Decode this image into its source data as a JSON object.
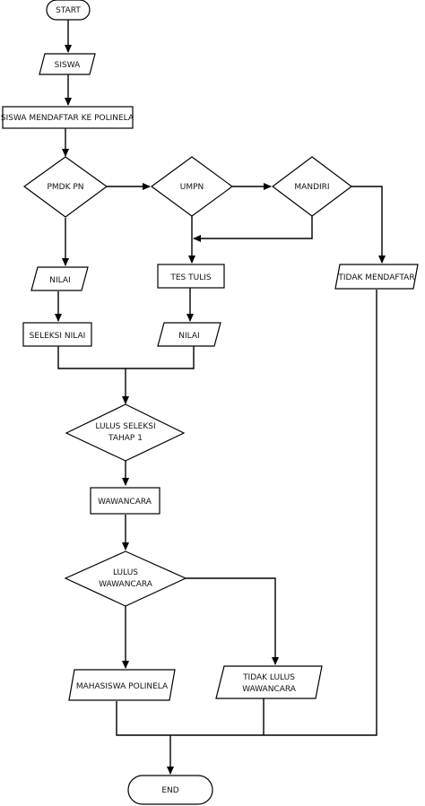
{
  "nodes": {
    "start": "START",
    "siswa": "SISWA",
    "daftar": "SISWA MENDAFTAR KE POLINELA",
    "pmdk": "PMDK PN",
    "umpn": "UMPN",
    "mandiri": "MANDIRI",
    "nilai_left": "NILAI",
    "tes_tulis": "TES TULIS",
    "tidak_mendaftar": "TIDAK MENDAFTAR",
    "seleksi_nilai": "SELEKSI NILAI",
    "nilai_right": "NILAI",
    "lulus_seleksi_1": "LULUS SELEKSI",
    "lulus_seleksi_2": "TAHAP 1",
    "wawancara": "WAWANCARA",
    "lulus_wawancara_1": "LULUS",
    "lulus_wawancara_2": "WAWANCARA",
    "mahasiswa": "MAHASISWA POLINELA",
    "tidak_lulus_1": "TIDAK LULUS",
    "tidak_lulus_2": "WAWANCARA",
    "end": "END"
  }
}
